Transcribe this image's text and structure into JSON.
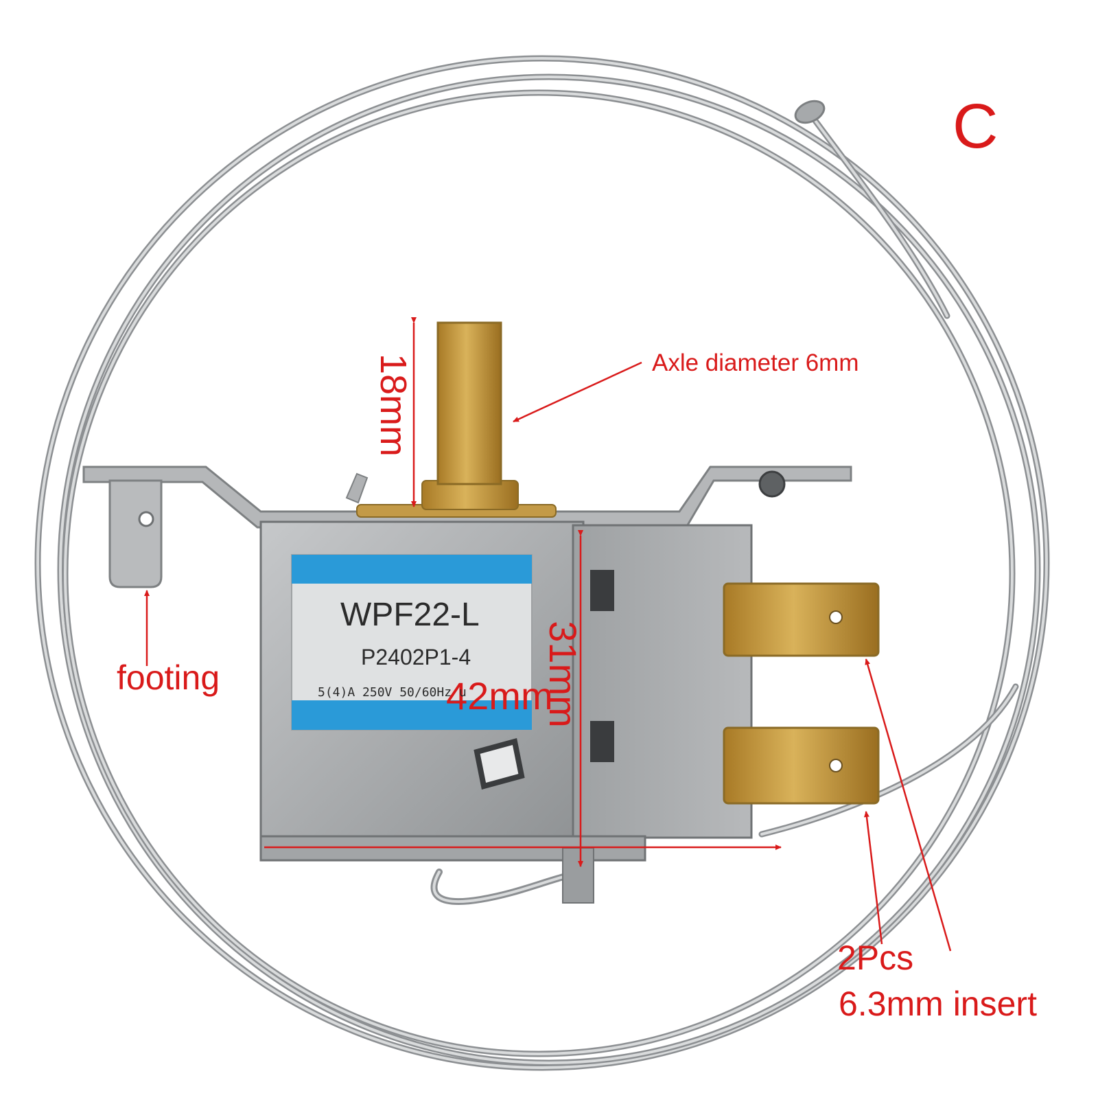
{
  "variant_label": "C",
  "product_label": {
    "model": "WPF22-L",
    "part_number": "P2402P1-4",
    "rating": "5(4)A 250V 50/60Hz u"
  },
  "annotations": {
    "axle": "Axle diameter 6mm",
    "footing": "footing",
    "shaft_height": "18mm",
    "body_height": "31mm",
    "body_width": "42mm",
    "terminals_count": "2Pcs",
    "terminals_size": "6.3mm insert"
  },
  "colors": {
    "annotation": "#d91a1a",
    "label_blue": "#2a9ad8",
    "brass": "#c99a3c",
    "metal": "#a9abad"
  }
}
